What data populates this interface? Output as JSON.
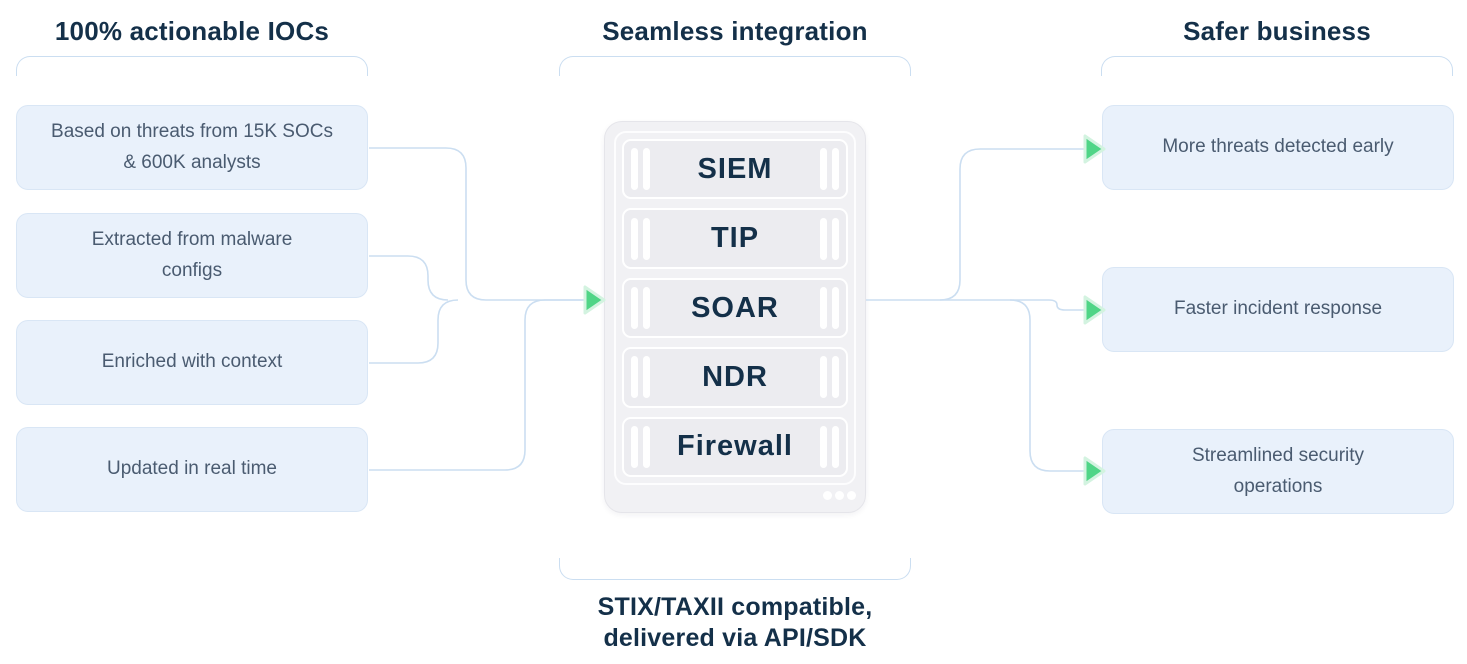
{
  "columns": {
    "left": {
      "heading": "100% actionable IOCs"
    },
    "middle": {
      "heading": "Seamless integration"
    },
    "right": {
      "heading": "Safer business"
    }
  },
  "left_boxes": [
    {
      "label": "Based on threats from 15K SOCs\n& 600K analysts"
    },
    {
      "label": "Extracted from malware\nconfigs"
    },
    {
      "label": "Enriched with context"
    },
    {
      "label": "Updated in real time"
    }
  ],
  "right_boxes": [
    {
      "label": "More threats detected early"
    },
    {
      "label": "Faster incident response"
    },
    {
      "label": "Streamlined security\noperations"
    }
  ],
  "device": {
    "rows": [
      "SIEM",
      "TIP",
      "SOAR",
      "NDR",
      "Firewall"
    ],
    "caption": "STIX/TAXII compatible,\ndelivered via API/SDK"
  },
  "icons": {
    "arrow": "green-right-triangle",
    "dots_count": 3
  },
  "colors": {
    "heading_navy": "#143049",
    "box_fill": "#e9f1fb",
    "box_border": "#d9e6f5",
    "box_text": "#4a5b70",
    "connector": "#cbdef1",
    "arrow_green": "#50d587",
    "arrow_halo": "#d3f3e0",
    "device_fill": "#f1f1f4",
    "device_row_fill": "#ececf0"
  }
}
